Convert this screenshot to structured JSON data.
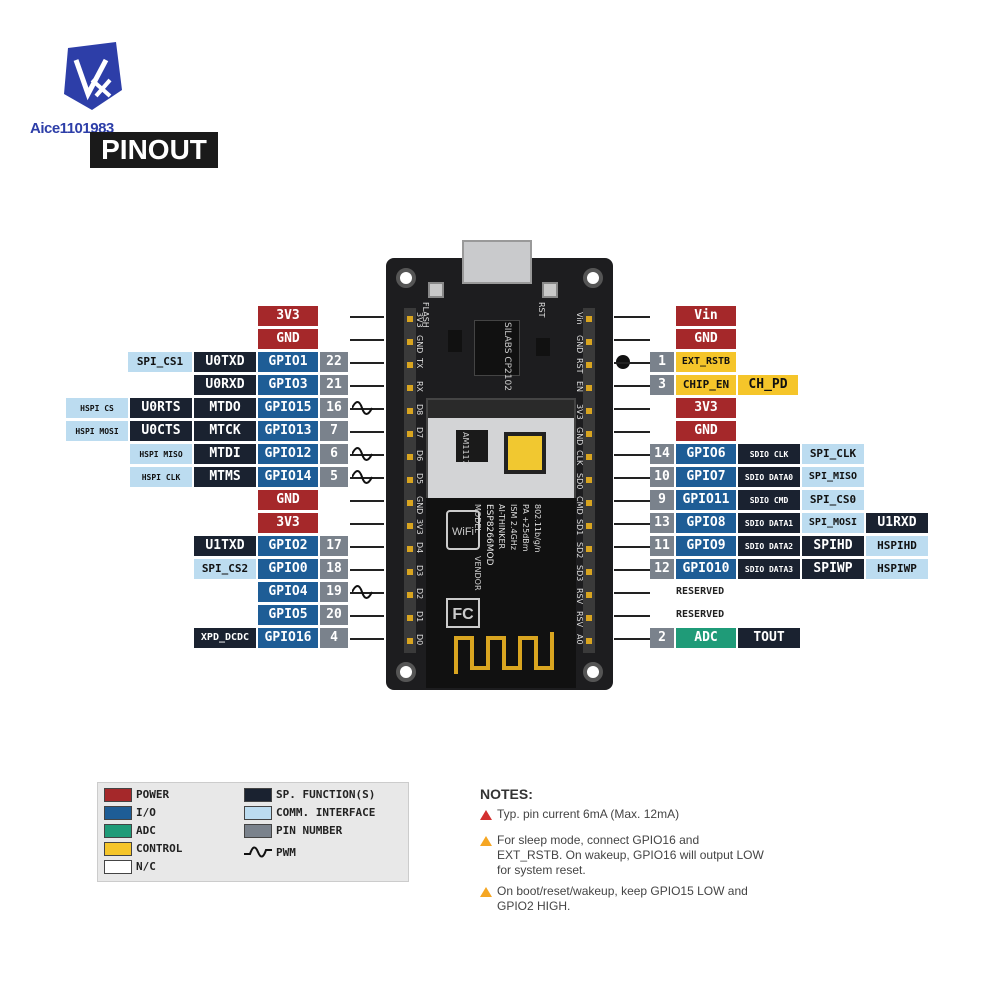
{
  "brand": "Aice1101983",
  "header": "PINOUT",
  "left_labels": [
    {
      "name": "3v3-left-1",
      "text": "3V3"
    },
    {
      "name": "gnd-left-1",
      "text": "GND"
    },
    {
      "name": "spi-cs1",
      "text": "SPI_CS1"
    },
    {
      "name": "u0txd",
      "text": "U0TXD"
    },
    {
      "name": "gpio1",
      "text": "GPIO1"
    },
    {
      "name": "pin-22",
      "text": "22"
    },
    {
      "name": "u0rxd",
      "text": "U0RXD"
    },
    {
      "name": "gpio3",
      "text": "GPIO3"
    },
    {
      "name": "pin-21",
      "text": "21"
    },
    {
      "name": "hspi-cs",
      "text": "HSPI CS"
    },
    {
      "name": "u0rts",
      "text": "U0RTS"
    },
    {
      "name": "mtdo",
      "text": "MTDO"
    },
    {
      "name": "gpio15",
      "text": "GPIO15"
    },
    {
      "name": "pin-16",
      "text": "16"
    },
    {
      "name": "hspi-mosi",
      "text": "HSPI MOSI"
    },
    {
      "name": "u0cts",
      "text": "U0CTS"
    },
    {
      "name": "mtck",
      "text": "MTCK"
    },
    {
      "name": "gpio13",
      "text": "GPIO13"
    },
    {
      "name": "pin-7",
      "text": "7"
    },
    {
      "name": "hspi-miso",
      "text": "HSPI MISO"
    },
    {
      "name": "mtdi",
      "text": "MTDI"
    },
    {
      "name": "gpio12",
      "text": "GPIO12"
    },
    {
      "name": "pin-6",
      "text": "6"
    },
    {
      "name": "hspi-clk",
      "text": "HSPI CLK"
    },
    {
      "name": "mtms",
      "text": "MTMS"
    },
    {
      "name": "gpio14",
      "text": "GPIO14"
    },
    {
      "name": "pin-5",
      "text": "5"
    },
    {
      "name": "gnd-left-2",
      "text": "GND"
    },
    {
      "name": "3v3-left-2",
      "text": "3V3"
    },
    {
      "name": "u1txd",
      "text": "U1TXD"
    },
    {
      "name": "gpio2",
      "text": "GPIO2"
    },
    {
      "name": "pin-17",
      "text": "17"
    },
    {
      "name": "spi-cs2",
      "text": "SPI_CS2"
    },
    {
      "name": "gpio0",
      "text": "GPIO0"
    },
    {
      "name": "pin-18",
      "text": "18"
    },
    {
      "name": "gpio4",
      "text": "GPIO4"
    },
    {
      "name": "pin-19",
      "text": "19"
    },
    {
      "name": "gpio5",
      "text": "GPIO5"
    },
    {
      "name": "pin-20",
      "text": "20"
    },
    {
      "name": "xpd-dcdc",
      "text": "XPD_DCDC"
    },
    {
      "name": "gpio16",
      "text": "GPIO16"
    },
    {
      "name": "pin-4",
      "text": "4"
    }
  ],
  "right_labels": [
    {
      "name": "vin",
      "text": "Vin"
    },
    {
      "name": "gnd-right-1",
      "text": "GND"
    },
    {
      "name": "pin-1",
      "text": "1"
    },
    {
      "name": "ext-rstb",
      "text": "EXT_RSTB"
    },
    {
      "name": "pin-3",
      "text": "3"
    },
    {
      "name": "chip-en",
      "text": "CHIP_EN"
    },
    {
      "name": "ch-pd",
      "text": "CH_PD"
    },
    {
      "name": "3v3-right",
      "text": "3V3"
    },
    {
      "name": "gnd-right-2",
      "text": "GND"
    },
    {
      "name": "pin-14",
      "text": "14"
    },
    {
      "name": "gpio6",
      "text": "GPIO6"
    },
    {
      "name": "sdio-clk",
      "text": "SDIO CLK"
    },
    {
      "name": "spi-clk",
      "text": "SPI_CLK"
    },
    {
      "name": "pin-10",
      "text": "10"
    },
    {
      "name": "gpio7",
      "text": "GPIO7"
    },
    {
      "name": "sdio-data0",
      "text": "SDIO DATA0"
    },
    {
      "name": "spi-miso",
      "text": "SPI_MISO"
    },
    {
      "name": "pin-9",
      "text": "9"
    },
    {
      "name": "gpio11",
      "text": "GPIO11"
    },
    {
      "name": "sdio-cmd",
      "text": "SDIO CMD"
    },
    {
      "name": "spi-cs0",
      "text": "SPI_CS0"
    },
    {
      "name": "pin-13",
      "text": "13"
    },
    {
      "name": "gpio8",
      "text": "GPIO8"
    },
    {
      "name": "sdio-data1",
      "text": "SDIO DATA1"
    },
    {
      "name": "spi-mosi",
      "text": "SPI_MOSI"
    },
    {
      "name": "u1rxd",
      "text": "U1RXD"
    },
    {
      "name": "pin-11",
      "text": "11"
    },
    {
      "name": "gpio9",
      "text": "GPIO9"
    },
    {
      "name": "sdio-data2",
      "text": "SDIO DATA2"
    },
    {
      "name": "spihd",
      "text": "SPIHD"
    },
    {
      "name": "hspihd",
      "text": "HSPIHD"
    },
    {
      "name": "pin-12",
      "text": "12"
    },
    {
      "name": "gpio10",
      "text": "GPIO10"
    },
    {
      "name": "sdio-data3",
      "text": "SDIO DATA3"
    },
    {
      "name": "spiwp",
      "text": "SPIWP"
    },
    {
      "name": "hspiwp",
      "text": "HSPIWP"
    },
    {
      "name": "reserved-1",
      "text": "RESERVED"
    },
    {
      "name": "reserved-2",
      "text": "RESERVED"
    },
    {
      "name": "pin-2",
      "text": "2"
    },
    {
      "name": "adc",
      "text": "ADC"
    },
    {
      "name": "tout",
      "text": "TOUT"
    }
  ],
  "board": {
    "flash": "FLASH",
    "rst": "RST",
    "usb_chip": "SILABS CP2102",
    "regulator": "AM1117",
    "module_text": "ESP8266MOD",
    "module_lines": [
      "AI-THINKER",
      "ISM 2.4GHz",
      "PA +25dBm",
      "802.11b/g/n"
    ],
    "module_labels": [
      "MODEL",
      "VENDOR"
    ],
    "wifi": "WiFi",
    "fcc": "FC",
    "left_pins": [
      "3V3",
      "GND",
      "TX",
      "RX",
      "D8",
      "D7",
      "D6",
      "D5",
      "GND",
      "3V3",
      "D4",
      "D3",
      "D2",
      "D1",
      "D0"
    ],
    "right_pins": [
      "Vin",
      "GND",
      "RST",
      "EN",
      "3V3",
      "GND",
      "CLK",
      "SD0",
      "CMD",
      "SD1",
      "SD2",
      "SD3",
      "RSV",
      "RSV",
      "A0"
    ]
  },
  "legend": {
    "items": [
      {
        "name": "legend-power",
        "text": "POWER",
        "color": "#a5282a"
      },
      {
        "name": "legend-io",
        "text": "I/O",
        "color": "#1e5d96"
      },
      {
        "name": "legend-adc",
        "text": "ADC",
        "color": "#1f9b78"
      },
      {
        "name": "legend-control",
        "text": "CONTROL",
        "color": "#f5c52a"
      },
      {
        "name": "legend-nc",
        "text": "N/C",
        "color": "#ffffff"
      },
      {
        "name": "legend-sp",
        "text": "SP. FUNCTION(S)",
        "color": "#1a2230"
      },
      {
        "name": "legend-comm",
        "text": "COMM. INTERFACE",
        "color": "#bcdcf0"
      },
      {
        "name": "legend-pin",
        "text": "PIN NUMBER",
        "color": "#7a828c"
      },
      {
        "name": "legend-pwm",
        "text": "PWM"
      }
    ]
  },
  "notes": {
    "title": "NOTES:",
    "items": [
      "Typ. pin current 6mA (Max. 12mA)",
      "For sleep mode, connect GPIO16 and EXT_RSTB. On wakeup, GPIO16 will output LOW for system reset.",
      "On boot/reset/wakeup, keep GPIO15 LOW and GPIO2 HIGH."
    ]
  }
}
